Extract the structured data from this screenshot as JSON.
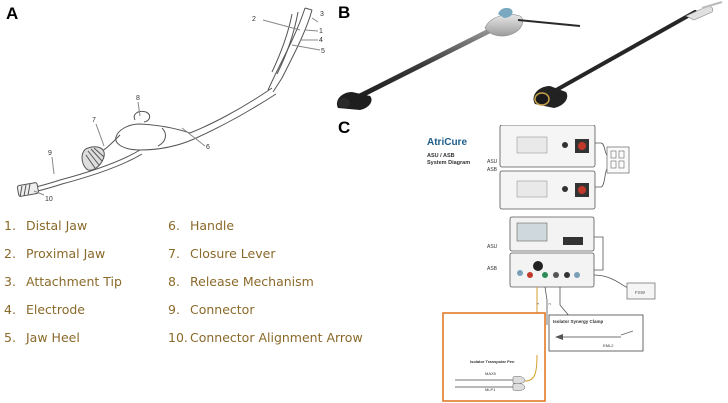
{
  "panels": {
    "a": "A",
    "b": "B",
    "c": "C"
  },
  "panel_a": {
    "callouts": [
      "1",
      "2",
      "3",
      "4",
      "5",
      "6",
      "7",
      "8",
      "9",
      "10"
    ],
    "legend": [
      {
        "num": "1.",
        "label": "Distal Jaw"
      },
      {
        "num": "2.",
        "label": "Proximal Jaw"
      },
      {
        "num": "3.",
        "label": "Attachment Tip"
      },
      {
        "num": "4.",
        "label": "Electrode"
      },
      {
        "num": "5.",
        "label": "Jaw Heel"
      },
      {
        "num": "6.",
        "label": "Handle"
      },
      {
        "num": "7.",
        "label": "Closure Lever"
      },
      {
        "num": "8.",
        "label": "Release Mechanism"
      },
      {
        "num": "9.",
        "label": "Connector"
      },
      {
        "num": "10.",
        "label": "Connector Alignment Arrow"
      }
    ]
  },
  "panel_c": {
    "logo": "AtriCure",
    "diagram_title_1": "ASU / ASB",
    "diagram_title_2": "System Diagram",
    "labels": {
      "asu_top": "ASU",
      "asb_top": "ASB",
      "asu_mid": "ASU",
      "asb_bottom": "ASB",
      "footswitch": "FSW",
      "clamp_title": "Isolator Synergy Clamp",
      "clamp_model": "EML2",
      "pen_title": "Isolator Transpolar Pen",
      "pen_model_1": "MAX5",
      "pen_model_2": "MLP1",
      "cable_1": "1",
      "cable_2": "2"
    }
  },
  "colors": {
    "legend_text": "#8a6a2a",
    "orange_box": "#e07b2a",
    "accent_orange": "#d8661e"
  }
}
